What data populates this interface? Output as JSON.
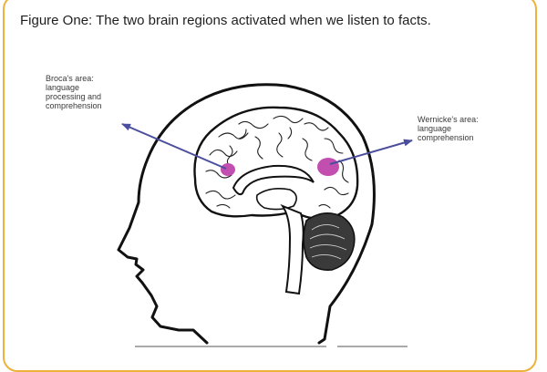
{
  "caption": "Figure One: The two brain regions activated when we listen to facts.",
  "labels": {
    "broca": [
      "Broca's area:",
      "language",
      "processing and",
      "comprehension"
    ],
    "wernicke": [
      "Wernicke's area:",
      "language",
      "comprehension"
    ]
  },
  "colors": {
    "frame": "#ecb23a",
    "region": "#c24fb0",
    "arrow": "#4a4e9c",
    "outline": "#111111"
  }
}
